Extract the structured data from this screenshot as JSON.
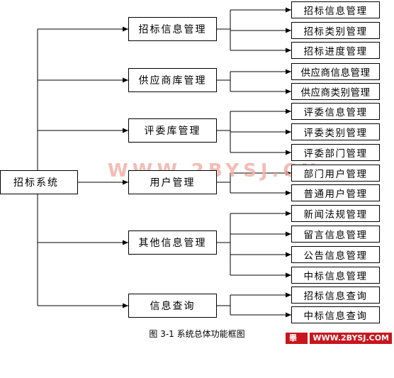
{
  "root": {
    "label": "招标系统"
  },
  "groups": [
    {
      "label": "招标信息管理",
      "children": [
        "招标信息管理",
        "招标类别管理",
        "招标进度管理"
      ]
    },
    {
      "label": "供应商库管理",
      "children": [
        "供应商信息管理",
        "供应商类别管理"
      ]
    },
    {
      "label": "评委库管理",
      "children": [
        "评委信息管理",
        "评委类别管理",
        "评委部门管理"
      ]
    },
    {
      "label": "用户管理",
      "children": [
        "部门用户管理",
        "普通用户管理"
      ]
    },
    {
      "label": "其他信息管理",
      "children": [
        "新闻法规管理",
        "留言信息管理",
        "公告信息管理",
        "中标信息管理"
      ]
    },
    {
      "label": "信息查询",
      "children": [
        "招标信息查询",
        "中标信息查询"
      ]
    }
  ],
  "watermark": "WWW.2BYSJ.CN",
  "caption": "图 3-1  系统总体功能框图",
  "stamp": {
    "brand": "畢業設計",
    "site": "WWW.2BYSJ.COM"
  },
  "colors": {
    "line": "#000000",
    "watermark": "#f2b2a8",
    "stamp": "#c8161d"
  }
}
